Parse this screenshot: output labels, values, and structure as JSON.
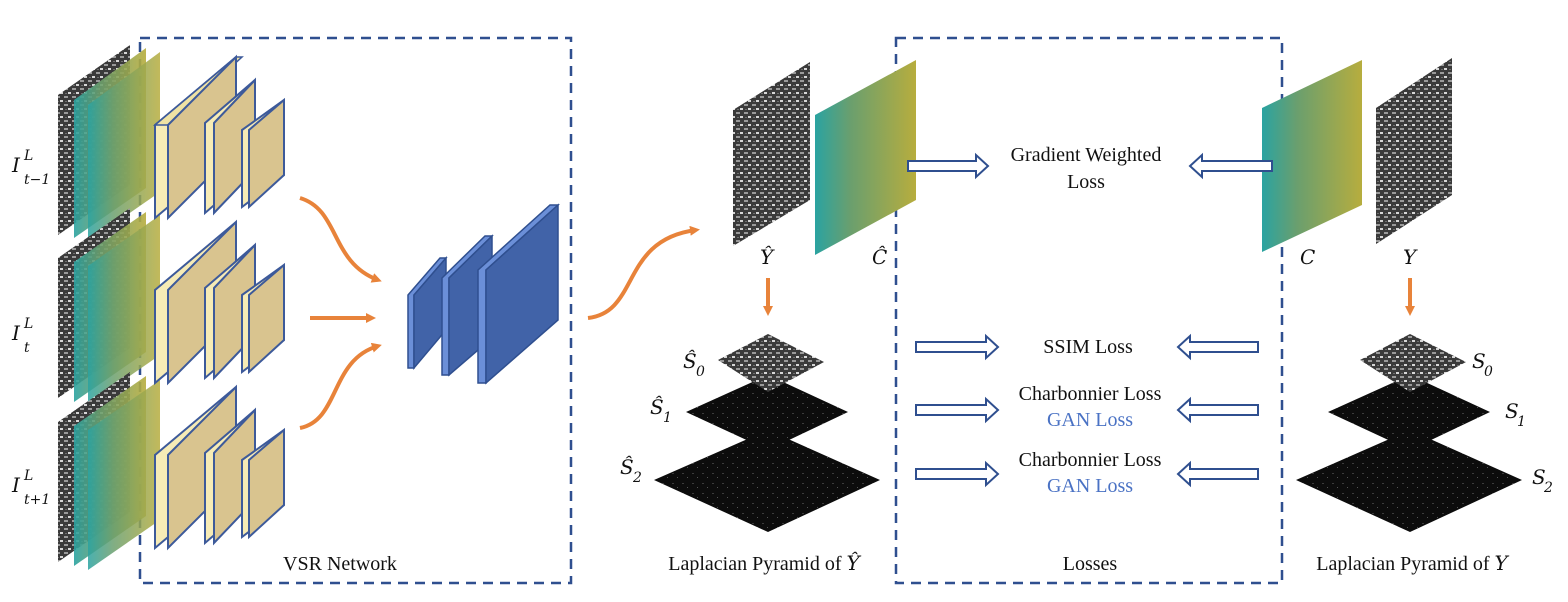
{
  "inputs": [
    {
      "symbol": "I",
      "sup": "L",
      "sub": "t−1"
    },
    {
      "symbol": "I",
      "sup": "L",
      "sub": "t"
    },
    {
      "symbol": "I",
      "sup": "L",
      "sub": "t+1"
    }
  ],
  "vsr_network": {
    "label": "VSR Network"
  },
  "outputs": {
    "y_hat": {
      "symbol": "Ŷ"
    },
    "c_hat": {
      "symbol": "Ĉ"
    },
    "c": {
      "symbol": "C"
    },
    "y": {
      "symbol": "Y"
    }
  },
  "pyramid_pred": {
    "caption_prefix": "Laplacian Pyramid of ",
    "caption_symbol": "Ŷ",
    "levels": [
      {
        "symbol": "Ŝ",
        "sub": "0"
      },
      {
        "symbol": "Ŝ",
        "sub": "1"
      },
      {
        "symbol": "Ŝ",
        "sub": "2"
      }
    ]
  },
  "pyramid_gt": {
    "caption_prefix": "Laplacian Pyramid of ",
    "caption_symbol": "Y",
    "levels": [
      {
        "symbol": "S",
        "sub": "0"
      },
      {
        "symbol": "S",
        "sub": "1"
      },
      {
        "symbol": "S",
        "sub": "2"
      }
    ]
  },
  "losses": {
    "title": "Losses",
    "gradient_line1": "Gradient Weighted",
    "gradient_line2": "Loss",
    "ssim": "SSIM Loss",
    "charbonnier_1": "Charbonnier Loss",
    "gan_1": "GAN Loss",
    "charbonnier_2": "Charbonnier Loss",
    "gan_2": "GAN Loss"
  },
  "colors": {
    "dashed_border": "#2f4f8f",
    "flow_arrow": "#e8833a",
    "hollow_arrow": "#2f4f8f",
    "gan_text": "#4a72c4",
    "encoder_face": "#d9c48f",
    "encoder_side": "#f6ebb6",
    "decoder_face": "#4163a8",
    "decoder_side": "#6b8fd8"
  }
}
